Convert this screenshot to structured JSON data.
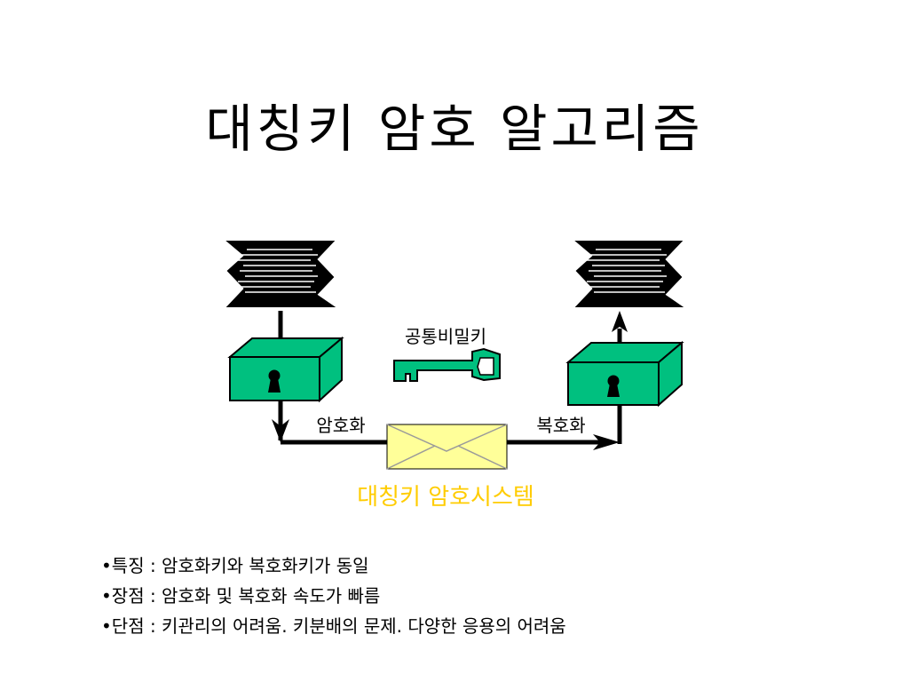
{
  "title": "대칭키 암호 알고리즘",
  "diagram": {
    "key_label": "공통비밀키",
    "encrypt_label": "암호화",
    "decrypt_label": "복호화",
    "system_label": "대칭키 암호시스템",
    "colors": {
      "box": "#00C07F",
      "key": "#00C07F",
      "envelope": "#FFFF99",
      "system_label": "#FFCC00"
    }
  },
  "bullets": [
    "특징 : 암호화키와 복호화키가 동일",
    "장점 : 암호화 및 복호화 속도가 빠름",
    "단점 : 키관리의 어려움. 키분배의 문제. 다양한 응용의 어려움"
  ]
}
